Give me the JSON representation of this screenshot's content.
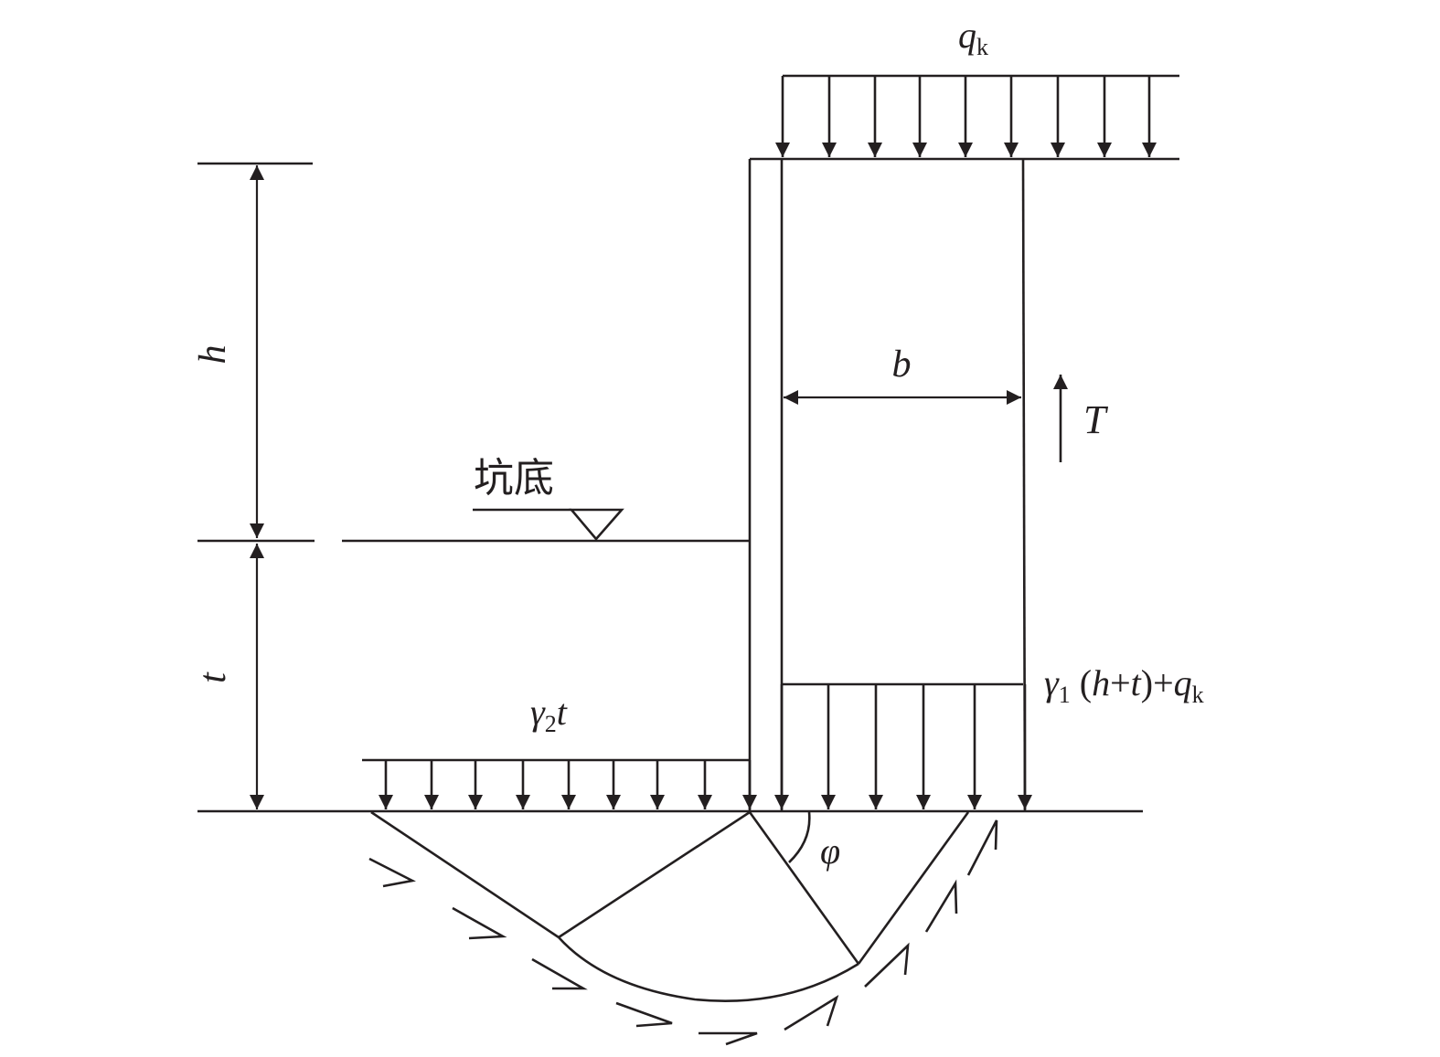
{
  "labels": {
    "load_top": "q",
    "load_top_sub": "k",
    "dim_h": "h",
    "dim_t": "t",
    "dim_b": "b",
    "force_T": "T",
    "pit_bottom": "坑底",
    "load_left_gamma": "γ",
    "load_left_sub": "2",
    "load_left_t": "t",
    "load_right_gamma": "γ",
    "load_right_sub": "1",
    "load_right_open": " (",
    "load_right_h": "h",
    "load_right_plus": "+",
    "load_right_t": "t",
    "load_right_close": ")+",
    "load_right_q": "q",
    "load_right_qsub": "k",
    "angle_phi": "φ"
  },
  "colors": {
    "stroke": "#231f20",
    "background": "#ffffff"
  }
}
